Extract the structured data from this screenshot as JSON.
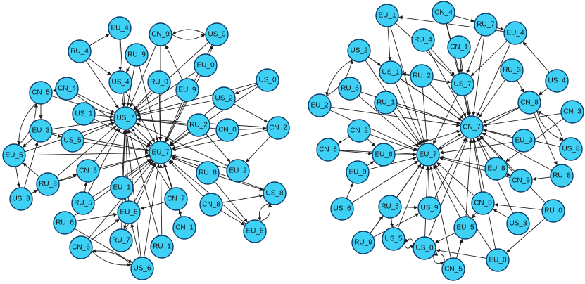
{
  "graphs": [
    {
      "nodes": [
        {
          "id": "EU_4",
          "label": "EU_4"
        },
        {
          "id": "CN_9",
          "label": "CN_9"
        },
        {
          "id": "US_9",
          "label": "US_9"
        },
        {
          "id": "RU_4",
          "label": "RU_4"
        },
        {
          "id": "RU_9",
          "label": "RU_9"
        },
        {
          "id": "EU_0",
          "label": "EU_0"
        },
        {
          "id": "CN_4",
          "label": "CN_4"
        },
        {
          "id": "US_4",
          "label": "US_4"
        },
        {
          "id": "RU_0",
          "label": "RU_0"
        },
        {
          "id": "EU_9",
          "label": "EU_9"
        },
        {
          "id": "US_0",
          "label": "US_0"
        },
        {
          "id": "CN_5",
          "label": "CN_5"
        },
        {
          "id": "US_2",
          "label": "US_2"
        },
        {
          "id": "US_1",
          "label": "US_1"
        },
        {
          "id": "US_7",
          "label": "US_7"
        },
        {
          "id": "RU_2",
          "label": "RU_2"
        },
        {
          "id": "CN_0",
          "label": "CN_0"
        },
        {
          "id": "CN_2",
          "label": "CN_2"
        },
        {
          "id": "EU_3",
          "label": "EU_3"
        },
        {
          "id": "US_5",
          "label": "US_5"
        },
        {
          "id": "EU_5",
          "label": "EU_5"
        },
        {
          "id": "EU_7",
          "label": "EU_7"
        },
        {
          "id": "CN_3",
          "label": "CN_3"
        },
        {
          "id": "RU_8",
          "label": "RU_8"
        },
        {
          "id": "EU_2",
          "label": "EU_2"
        },
        {
          "id": "RU_3",
          "label": "RU_3"
        },
        {
          "id": "EU_1",
          "label": "EU_1"
        },
        {
          "id": "US_8",
          "label": "US_8"
        },
        {
          "id": "US_3",
          "label": "US_3"
        },
        {
          "id": "RU_5",
          "label": "RU_5"
        },
        {
          "id": "CN_7",
          "label": "CN_7"
        },
        {
          "id": "CN_8",
          "label": "CN_8"
        },
        {
          "id": "EU_6",
          "label": "EU_6"
        },
        {
          "id": "RU_6",
          "label": "RU_6"
        },
        {
          "id": "CN_1",
          "label": "CN_1"
        },
        {
          "id": "EU_8",
          "label": "EU_8"
        },
        {
          "id": "RU_7",
          "label": "RU_7"
        },
        {
          "id": "RU_1",
          "label": "RU_1"
        },
        {
          "id": "CN_6",
          "label": "CN_6"
        },
        {
          "id": "US_6",
          "label": "US_6"
        }
      ],
      "edges": [
        [
          "CN_9",
          "US_9"
        ],
        [
          "US_9",
          "CN_9"
        ],
        [
          "CN_9",
          "EU_7"
        ],
        [
          "CN_9",
          "US_7"
        ],
        [
          "US_9",
          "US_7"
        ],
        [
          "US_9",
          "EU_7"
        ],
        [
          "EU_4",
          "US_7"
        ],
        [
          "EU_4",
          "US_4"
        ],
        [
          "RU_4",
          "EU_4"
        ],
        [
          "RU_4",
          "US_4"
        ],
        [
          "RU_4",
          "US_7"
        ],
        [
          "RU_9",
          "US_4"
        ],
        [
          "RU_9",
          "US_7"
        ],
        [
          "RU_9",
          "EU_7"
        ],
        [
          "EU_0",
          "US_7"
        ],
        [
          "EU_0",
          "EU_7"
        ],
        [
          "EU_0",
          "US_9"
        ],
        [
          "CN_4",
          "US_7"
        ],
        [
          "CN_4",
          "EU_7"
        ],
        [
          "CN_4",
          "CN_5"
        ],
        [
          "US_4",
          "US_7"
        ],
        [
          "US_4",
          "EU_7"
        ],
        [
          "RU_0",
          "US_7"
        ],
        [
          "RU_0",
          "EU_7"
        ],
        [
          "EU_9",
          "US_7"
        ],
        [
          "EU_9",
          "EU_7"
        ],
        [
          "EU_9",
          "CN_9"
        ],
        [
          "US_0",
          "US_2"
        ],
        [
          "US_0",
          "EU_7"
        ],
        [
          "US_0",
          "US_7"
        ],
        [
          "CN_5",
          "US_7"
        ],
        [
          "CN_5",
          "EU_3"
        ],
        [
          "CN_5",
          "EU_5"
        ],
        [
          "US_2",
          "US_7"
        ],
        [
          "US_2",
          "EU_7"
        ],
        [
          "US_2",
          "CN_2"
        ],
        [
          "US_1",
          "US_7"
        ],
        [
          "US_1",
          "EU_7"
        ],
        [
          "RU_2",
          "US_7"
        ],
        [
          "RU_2",
          "EU_7"
        ],
        [
          "RU_2",
          "EU_2"
        ],
        [
          "CN_0",
          "EU_7"
        ],
        [
          "CN_0",
          "US_7"
        ],
        [
          "CN_0",
          "CN_2"
        ],
        [
          "CN_2",
          "EU_7"
        ],
        [
          "CN_2",
          "US_7"
        ],
        [
          "CN_2",
          "EU_2"
        ],
        [
          "EU_3",
          "US_7"
        ],
        [
          "EU_3",
          "EU_7"
        ],
        [
          "EU_3",
          "US_5"
        ],
        [
          "US_5",
          "US_7"
        ],
        [
          "US_5",
          "EU_7"
        ],
        [
          "EU_5",
          "EU_7"
        ],
        [
          "EU_5",
          "US_7"
        ],
        [
          "EU_5",
          "US_3"
        ],
        [
          "EU_5",
          "CN_5"
        ],
        [
          "EU_3",
          "EU_5"
        ],
        [
          "CN_3",
          "EU_7"
        ],
        [
          "CN_3",
          "US_7"
        ],
        [
          "RU_8",
          "EU_7"
        ],
        [
          "RU_8",
          "US_8"
        ],
        [
          "RU_8",
          "EU_8"
        ],
        [
          "EU_2",
          "EU_7"
        ],
        [
          "EU_2",
          "US_7"
        ],
        [
          "RU_3",
          "EU_7"
        ],
        [
          "RU_3",
          "US_7"
        ],
        [
          "RU_3",
          "CN_3"
        ],
        [
          "RU_3",
          "EU_5"
        ],
        [
          "EU_1",
          "EU_7"
        ],
        [
          "EU_1",
          "US_7"
        ],
        [
          "EU_1",
          "EU_6"
        ],
        [
          "US_8",
          "EU_7"
        ],
        [
          "US_8",
          "EU_8"
        ],
        [
          "EU_8",
          "US_8"
        ],
        [
          "US_3",
          "EU_3"
        ],
        [
          "US_3",
          "RU_3"
        ],
        [
          "RU_5",
          "EU_7"
        ],
        [
          "RU_5",
          "US_7"
        ],
        [
          "RU_5",
          "CN_3"
        ],
        [
          "CN_7",
          "EU_7"
        ],
        [
          "CN_7",
          "US_7"
        ],
        [
          "CN_7",
          "EU_6"
        ],
        [
          "CN_8",
          "EU_7"
        ],
        [
          "CN_8",
          "EU_8"
        ],
        [
          "CN_8",
          "US_8"
        ],
        [
          "EU_6",
          "EU_7"
        ],
        [
          "EU_6",
          "US_7"
        ],
        [
          "EU_6",
          "RU_7"
        ],
        [
          "RU_6",
          "EU_6"
        ],
        [
          "RU_6",
          "US_6"
        ],
        [
          "RU_6",
          "EU_7"
        ],
        [
          "CN_1",
          "EU_7"
        ],
        [
          "CN_1",
          "CN_7"
        ],
        [
          "RU_7",
          "EU_7"
        ],
        [
          "RU_7",
          "US_7"
        ],
        [
          "RU_1",
          "EU_7"
        ],
        [
          "RU_1",
          "US_7"
        ],
        [
          "CN_6",
          "EU_7"
        ],
        [
          "CN_6",
          "US_6"
        ],
        [
          "CN_6",
          "EU_6"
        ],
        [
          "US_6",
          "EU_6"
        ],
        [
          "US_6",
          "EU_7"
        ],
        [
          "US_6",
          "US_7"
        ],
        [
          "US_6",
          "CN_6"
        ],
        [
          "EU_8",
          "EU_7"
        ],
        [
          "US_7",
          "EU_7"
        ]
      ]
    },
    {
      "nodes": [
        {
          "id": "EU_1",
          "label": "EU_1"
        },
        {
          "id": "CN_4",
          "label": "CN_4"
        },
        {
          "id": "RU_7",
          "label": "RU_7"
        },
        {
          "id": "EU_4",
          "label": "EU_4"
        },
        {
          "id": "US_2",
          "label": "US_2"
        },
        {
          "id": "RU_4",
          "label": "RU_4"
        },
        {
          "id": "CN_1",
          "label": "CN_1"
        },
        {
          "id": "US_1",
          "label": "US_1"
        },
        {
          "id": "RU_2",
          "label": "RU_2"
        },
        {
          "id": "US_7",
          "label": "US_7"
        },
        {
          "id": "RU_3",
          "label": "RU_3"
        },
        {
          "id": "US_4",
          "label": "US_4"
        },
        {
          "id": "RU_6",
          "label": "RU_6"
        },
        {
          "id": "RU_1",
          "label": "RU_1"
        },
        {
          "id": "CN_8",
          "label": "CN_8"
        },
        {
          "id": "EU_2",
          "label": "EU_2"
        },
        {
          "id": "CN_7",
          "label": "CN_7"
        },
        {
          "id": "CN_3",
          "label": "CN_3"
        },
        {
          "id": "CN_2",
          "label": "CN_2"
        },
        {
          "id": "EU_3",
          "label": "EU_3"
        },
        {
          "id": "CN_6",
          "label": "CN_6"
        },
        {
          "id": "EU_6",
          "label": "EU_6"
        },
        {
          "id": "EU_7",
          "label": "EU_7"
        },
        {
          "id": "US_8",
          "label": "US_8"
        },
        {
          "id": "EU_9",
          "label": "EU_9"
        },
        {
          "id": "EU_8",
          "label": "EU_8"
        },
        {
          "id": "CN_9",
          "label": "CN_9"
        },
        {
          "id": "RU_8",
          "label": "RU_8"
        },
        {
          "id": "US_6",
          "label": "US_6"
        },
        {
          "id": "RU_5",
          "label": "RU_5"
        },
        {
          "id": "US_9",
          "label": "US_9"
        },
        {
          "id": "CN_0",
          "label": "CN_0"
        },
        {
          "id": "RU_0",
          "label": "RU_0"
        },
        {
          "id": "US_3",
          "label": "US_3"
        },
        {
          "id": "EU_5",
          "label": "EU_5"
        },
        {
          "id": "RU_9",
          "label": "RU_9"
        },
        {
          "id": "US_5",
          "label": "US_5"
        },
        {
          "id": "US_0",
          "label": "US_0"
        },
        {
          "id": "EU_0",
          "label": "EU_0"
        },
        {
          "id": "CN_5",
          "label": "CN_5"
        }
      ],
      "edges": [
        [
          "EU_1",
          "US_1"
        ],
        [
          "EU_1",
          "EU_7"
        ],
        [
          "EU_1",
          "US_7"
        ],
        [
          "CN_4",
          "RU_7"
        ],
        [
          "CN_4",
          "US_7"
        ],
        [
          "CN_4",
          "CN_7"
        ],
        [
          "RU_7",
          "EU_4"
        ],
        [
          "RU_7",
          "US_7"
        ],
        [
          "RU_7",
          "CN_7"
        ],
        [
          "EU_4",
          "EU_1"
        ],
        [
          "EU_4",
          "CN_7"
        ],
        [
          "EU_4",
          "US_7"
        ],
        [
          "US_2",
          "US_1"
        ],
        [
          "US_2",
          "EU_7"
        ],
        [
          "US_2",
          "CN_7"
        ],
        [
          "US_2",
          "EU_2"
        ],
        [
          "RU_4",
          "US_7"
        ],
        [
          "RU_4",
          "CN_7"
        ],
        [
          "CN_1",
          "US_7"
        ],
        [
          "CN_1",
          "CN_7"
        ],
        [
          "US_1",
          "EU_7"
        ],
        [
          "US_1",
          "CN_7"
        ],
        [
          "US_1",
          "US_7"
        ],
        [
          "RU_2",
          "EU_7"
        ],
        [
          "RU_2",
          "CN_7"
        ],
        [
          "RU_2",
          "US_1"
        ],
        [
          "US_7",
          "CN_7"
        ],
        [
          "US_7",
          "EU_7"
        ],
        [
          "RU_3",
          "CN_7"
        ],
        [
          "RU_3",
          "CN_8"
        ],
        [
          "US_4",
          "CN_8"
        ],
        [
          "US_4",
          "EU_4"
        ],
        [
          "RU_6",
          "EU_7"
        ],
        [
          "RU_6",
          "CN_7"
        ],
        [
          "RU_1",
          "EU_7"
        ],
        [
          "RU_1",
          "CN_7"
        ],
        [
          "CN_8",
          "CN_7"
        ],
        [
          "CN_8",
          "EU_7"
        ],
        [
          "CN_8",
          "US_8"
        ],
        [
          "CN_8",
          "RU_8"
        ],
        [
          "EU_2",
          "EU_7"
        ],
        [
          "EU_2",
          "CN_7"
        ],
        [
          "EU_2",
          "US_2"
        ],
        [
          "CN_3",
          "CN_7"
        ],
        [
          "CN_3",
          "EU_8"
        ],
        [
          "CN_2",
          "EU_7"
        ],
        [
          "CN_2",
          "EU_6"
        ],
        [
          "CN_2",
          "CN_6"
        ],
        [
          "EU_3",
          "CN_7"
        ],
        [
          "EU_3",
          "EU_7"
        ],
        [
          "CN_6",
          "EU_7"
        ],
        [
          "CN_6",
          "EU_6"
        ],
        [
          "EU_6",
          "EU_7"
        ],
        [
          "EU_6",
          "CN_7"
        ],
        [
          "EU_7",
          "CN_7"
        ],
        [
          "US_8",
          "CN_7"
        ],
        [
          "US_8",
          "CN_8"
        ],
        [
          "EU_9",
          "EU_7"
        ],
        [
          "EU_9",
          "EU_6"
        ],
        [
          "EU_8",
          "EU_7"
        ],
        [
          "EU_8",
          "CN_7"
        ],
        [
          "EU_8",
          "CN_9"
        ],
        [
          "CN_9",
          "CN_7"
        ],
        [
          "CN_9",
          "EU_7"
        ],
        [
          "RU_8",
          "CN_9"
        ],
        [
          "RU_8",
          "CN_7"
        ],
        [
          "US_6",
          "EU_7"
        ],
        [
          "US_6",
          "EU_9"
        ],
        [
          "RU_5",
          "EU_7"
        ],
        [
          "RU_5",
          "US_9"
        ],
        [
          "RU_5",
          "US_5"
        ],
        [
          "US_9",
          "EU_7"
        ],
        [
          "US_9",
          "CN_7"
        ],
        [
          "CN_0",
          "EU_7"
        ],
        [
          "CN_0",
          "CN_7"
        ],
        [
          "CN_0",
          "EU_5"
        ],
        [
          "RU_0",
          "CN_0"
        ],
        [
          "RU_0",
          "CN_7"
        ],
        [
          "RU_0",
          "EU_0"
        ],
        [
          "US_3",
          "CN_7"
        ],
        [
          "US_3",
          "CN_0"
        ],
        [
          "EU_5",
          "EU_7"
        ],
        [
          "EU_5",
          "CN_7"
        ],
        [
          "EU_5",
          "US_0"
        ],
        [
          "RU_9",
          "EU_7"
        ],
        [
          "RU_9",
          "US_9"
        ],
        [
          "RU_9",
          "RU_5"
        ],
        [
          "US_5",
          "EU_7"
        ],
        [
          "US_5",
          "US_0"
        ],
        [
          "US_0",
          "EU_7"
        ],
        [
          "US_0",
          "CN_7"
        ],
        [
          "US_0",
          "US_5"
        ],
        [
          "US_0",
          "CN_5"
        ],
        [
          "EU_0",
          "US_0"
        ],
        [
          "EU_0",
          "CN_7"
        ],
        [
          "EU_0",
          "EU_7"
        ],
        [
          "CN_5",
          "US_0"
        ],
        [
          "CN_5",
          "EU_5"
        ],
        [
          "CN_5",
          "EU_7"
        ]
      ]
    }
  ]
}
